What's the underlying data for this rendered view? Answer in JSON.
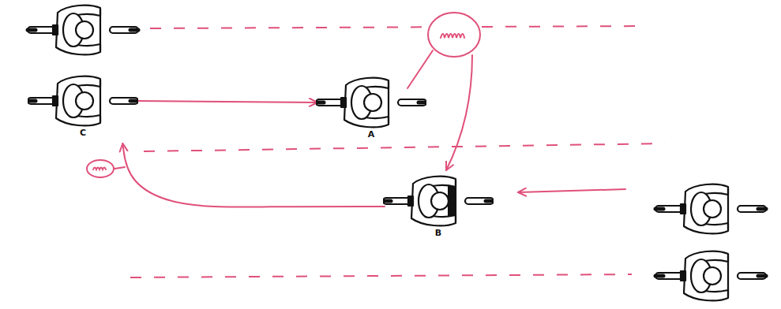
{
  "diagram": {
    "nodes": [
      {
        "text": [
          "C"
        ]
      },
      {
        "text": [
          "A"
        ]
      },
      {
        "text": [
          "B"
        ]
      }
    ],
    "edges": [
      {
        "from": 0,
        "to": 1,
        "arrow": "to"
      },
      {
        "from": 2,
        "to": 0,
        "arrow": "to"
      }
    ]
  }
}
